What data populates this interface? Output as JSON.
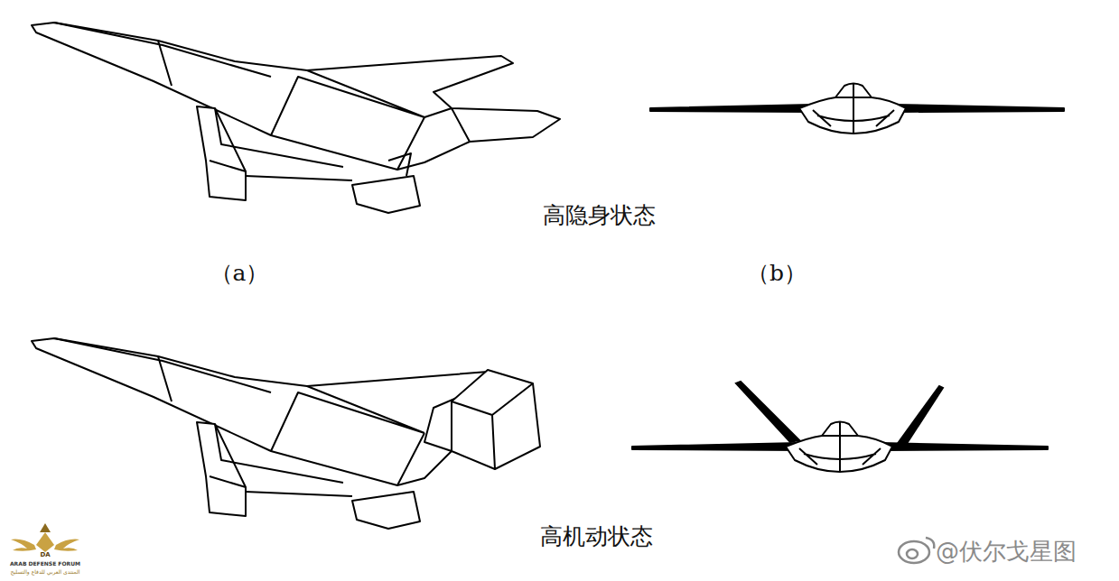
{
  "diagram": {
    "labels": [
      "高隐身状态",
      "（a）",
      "（b）",
      "高机动状态",
      "@伏尔戈星图",
      "DA",
      "ARAB DEFENSE FORUM",
      "المنتدى العربي للدفاع والتسليح"
    ]
  }
}
